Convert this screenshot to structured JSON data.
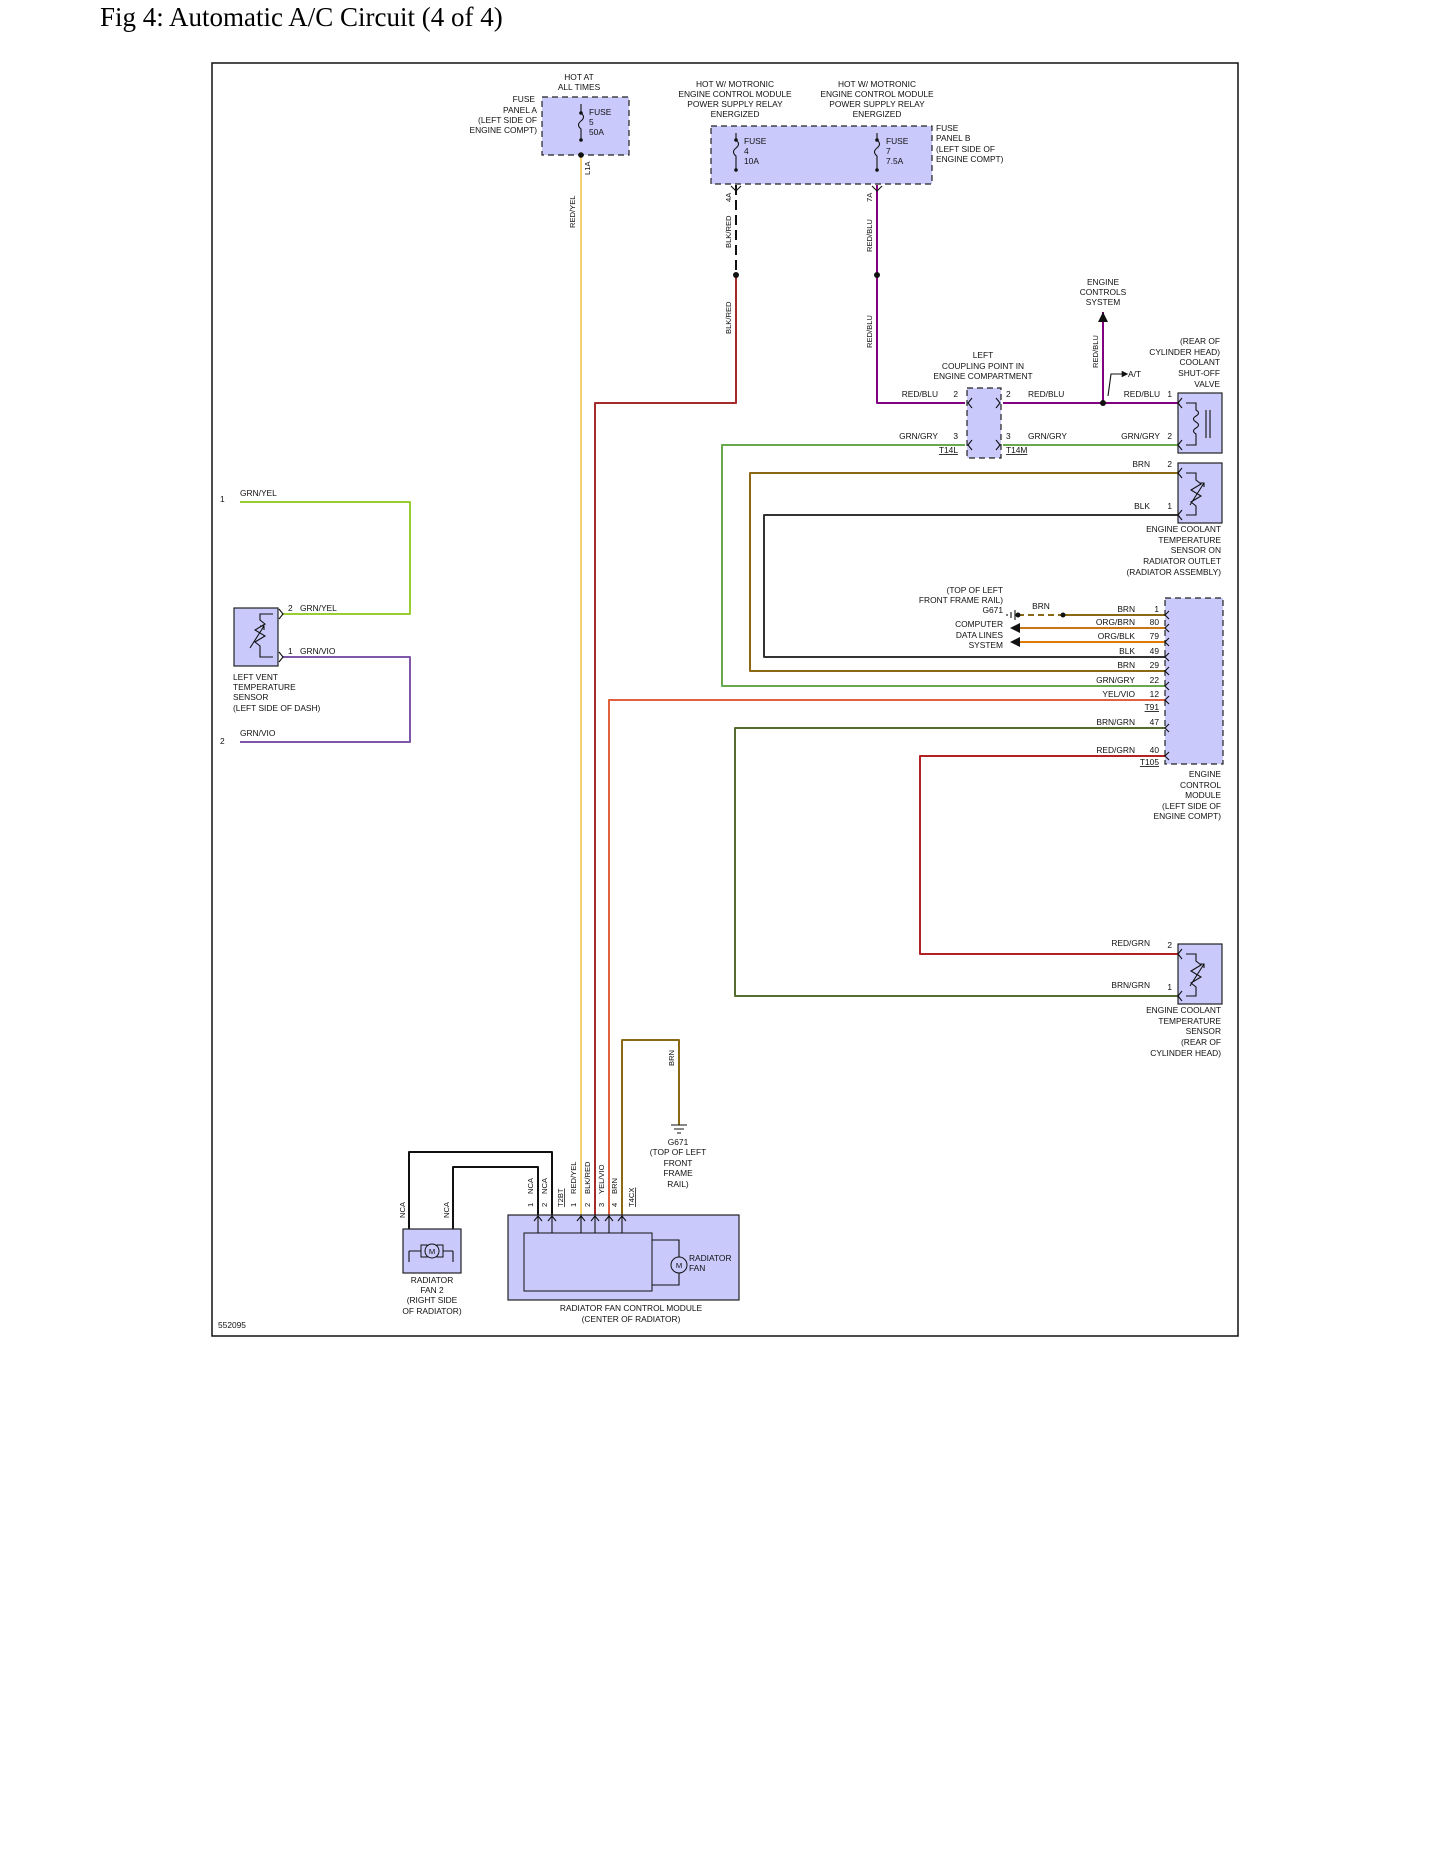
{
  "title": "Fig 4: Automatic A/C Circuit (4 of 4)",
  "figure_id": "552095",
  "colors": {
    "GRN/YEL": "#9acd32",
    "GRN/VIO": "#7e57a8",
    "RED/YEL": "#ff9a3c",
    "BLK/RED": "#a52a2a",
    "RED/BLU": "#800080",
    "GRN/GRY": "#6aa84f",
    "BRN": "#8b6914",
    "BLK": "#111111",
    "ORG/BRN": "#c8761a",
    "ORG/BLK": "#e07a00",
    "YEL/VIO": "#f0c040",
    "BRN/GRN": "#556b2f",
    "RED/GRN": "#b22222",
    "component_fill": "#c9c9fb"
  },
  "components": {
    "fuse_panel_a": {
      "hot": [
        "HOT AT",
        "ALL TIMES"
      ],
      "name": [
        "FUSE",
        "PANEL A",
        "(LEFT SIDE OF",
        "ENGINE COMPT)"
      ],
      "fuse": [
        "FUSE",
        "5",
        "50A"
      ],
      "terminal": "L1A"
    },
    "fuse_panel_b": {
      "hot1": [
        "HOT W/ MOTRONIC",
        "ENGINE CONTROL MODULE",
        "POWER SUPPLY RELAY",
        "ENERGIZED"
      ],
      "hot2": [
        "HOT W/ MOTRONIC",
        "ENGINE CONTROL MODULE",
        "POWER SUPPLY RELAY",
        "ENERGIZED"
      ],
      "name": [
        "FUSE",
        "PANEL B",
        "(LEFT SIDE OF",
        "ENGINE COMPT)"
      ],
      "fuse4": [
        "FUSE",
        "4",
        "10A"
      ],
      "fuse7": [
        "FUSE",
        "7",
        "7.5A"
      ],
      "terminal4": "4A",
      "terminal7": "7A"
    },
    "engine_controls": [
      "ENGINE",
      "CONTROLS",
      "SYSTEM"
    ],
    "coupling": {
      "name": [
        "LEFT",
        "COUPLING POINT IN",
        "ENGINE COMPARTMENT"
      ],
      "left_conn": "T14L",
      "right_conn": "T14M"
    },
    "shutoff_valve": [
      "(REAR OF",
      "CYLINDER HEAD)",
      "COOLANT",
      "SHUT-OFF",
      "VALVE"
    ],
    "at_label": "A/T",
    "ect_outlet": [
      "ENGINE COOLANT",
      "TEMPERATURE",
      "SENSOR ON",
      "RADIATOR OUTLET",
      "(RADIATOR ASSEMBLY)"
    ],
    "ground_top": [
      "(TOP OF LEFT",
      "FRONT FRAME RAIL)",
      "G671"
    ],
    "data_lines": [
      "COMPUTER",
      "DATA LINES",
      "SYSTEM"
    ],
    "ecm": {
      "name": [
        "ENGINE",
        "CONTROL",
        "MODULE",
        "(LEFT SIDE OF",
        "ENGINE COMPT)"
      ],
      "conn1": "T91",
      "conn2": "T105"
    },
    "ect_head": [
      "ENGINE COOLANT",
      "TEMPERATURE",
      "SENSOR",
      "(REAR OF",
      "CYLINDER HEAD)"
    ],
    "vent_sensor": [
      "LEFT VENT",
      "TEMPERATURE",
      "SENSOR",
      "(LEFT SIDE OF DASH)"
    ],
    "ground_bottom": [
      "G671",
      "(TOP OF LEFT",
      "FRONT",
      "FRAME",
      "RAIL)"
    ],
    "fan2": [
      "RADIATOR",
      "FAN 2",
      "(RIGHT SIDE",
      "OF RADIATOR)"
    ],
    "fan_module": [
      "RADIATOR FAN CONTROL MODULE",
      "(CENTER OF RADIATOR)"
    ],
    "fan1": [
      "RADIATOR",
      "FAN"
    ],
    "fan_conn1": "T2BT",
    "fan_conn2": "T4CX",
    "motor": "M"
  },
  "wire_labels": {
    "red_yel": "RED/YEL",
    "blk_red": "BLK/RED",
    "red_blu": "RED/BLU",
    "grn_gry": "GRN/GRY",
    "brn": "BRN",
    "blk": "BLK",
    "org_brn": "ORG/BRN",
    "org_blk": "ORG/BLK",
    "yel_vio": "YEL/VIO",
    "brn_grn": "BRN/GRN",
    "red_grn": "RED/GRN",
    "grn_yel": "GRN/YEL",
    "grn_vio": "GRN/VIO",
    "nca": "NCA"
  },
  "pins": {
    "p1": "1",
    "p2": "2",
    "p3": "3",
    "p4": "4",
    "p12": "12",
    "p22": "22",
    "p29": "29",
    "p40": "40",
    "p47": "47",
    "p49": "49",
    "p79": "79",
    "p80": "80"
  }
}
